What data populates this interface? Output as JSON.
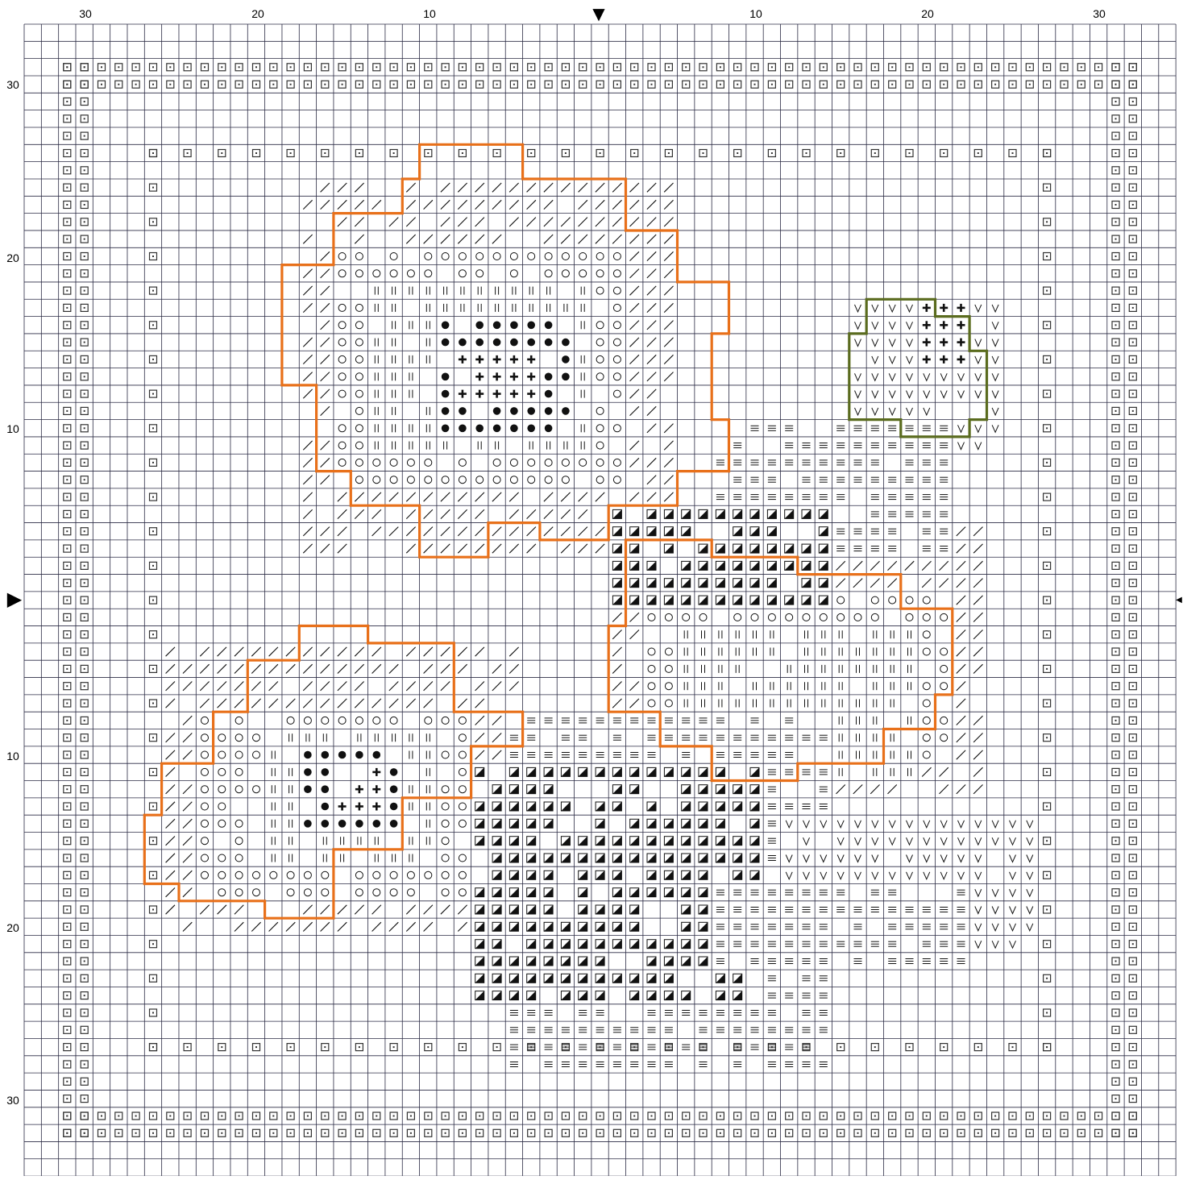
{
  "pattern": {
    "center_markers": {
      "top": "▼",
      "left": "▶",
      "right": "◀"
    },
    "axis_labels": {
      "top": [
        "30",
        "20",
        "10",
        "10",
        "20",
        "30"
      ],
      "left": [
        "30",
        "20",
        "10",
        "10",
        "20",
        "30"
      ]
    },
    "colors": {
      "grid": "#2b2b44",
      "outline_orange": "#e8701a",
      "outline_green": "#5a6b1e",
      "symbol": "#111111",
      "border_symbol": "#333333"
    },
    "symbol_legend": [
      {
        "name": "diagonal-slash",
        "glyph": "/"
      },
      {
        "name": "open-circle",
        "glyph": "○"
      },
      {
        "name": "double-bar",
        "glyph": "||"
      },
      {
        "name": "filled-dot",
        "glyph": "●"
      },
      {
        "name": "plus",
        "glyph": "+"
      },
      {
        "name": "triple-bar",
        "glyph": "≡"
      },
      {
        "name": "half-square",
        "glyph": "◩"
      },
      {
        "name": "vee",
        "glyph": "V"
      },
      {
        "name": "dotted-square",
        "glyph": "⊡"
      }
    ]
  }
}
